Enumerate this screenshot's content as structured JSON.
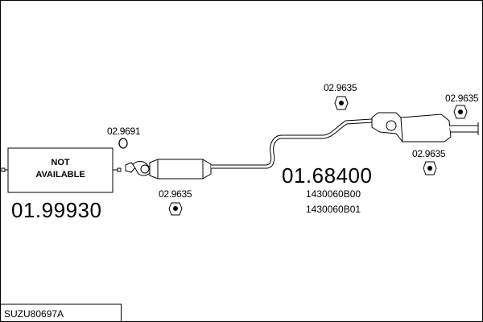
{
  "diagram": {
    "code": "SUZU80697A",
    "na_box": {
      "line1": "NOT",
      "line2": "AVAILABLE"
    },
    "part_front": "01.99930",
    "part_main": "01.68400",
    "oem_1": "1430060B00",
    "oem_2": "1430060B01",
    "ring_part": "02.9691",
    "hanger_front": "02.9635",
    "hanger_top_mid": "02.9635",
    "hanger_top_right": "02.9635",
    "hanger_bottom_right": "02.9635"
  },
  "colors": {
    "line": "#000000",
    "background": "#ffffff"
  }
}
